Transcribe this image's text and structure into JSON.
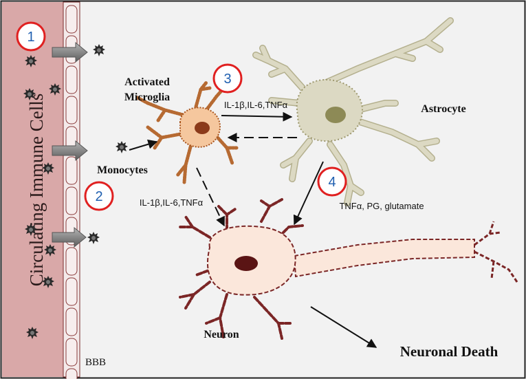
{
  "vessel_label": "Circulating Immune Cells",
  "bbb_label": "BBB",
  "microglia_label_line1": "Activated",
  "microglia_label_line2": "Microglia",
  "monocytes_label": "Monocytes",
  "astrocyte_label": "Astrocyte",
  "neuron_label": "Neuron",
  "death_label": "Neuronal Death",
  "cytokines_microglia_astro": "IL-1β,IL-6,TNFα",
  "cytokines_microglia_neuron": "IL-1β,IL-6,TNFα",
  "astro_neuron_factors": "TNFα, PG, glutamate",
  "steps": [
    "1",
    "2",
    "3",
    "4"
  ],
  "colors": {
    "vessel": "#d8a8a8",
    "microglia": "#f5c79e",
    "astrocyte": "#dcd9c3",
    "neuron": "#fbe7db",
    "nucleus_dark": "#5a1414",
    "marker_ring": "#e02020",
    "marker_text": "#1f5fb0"
  }
}
